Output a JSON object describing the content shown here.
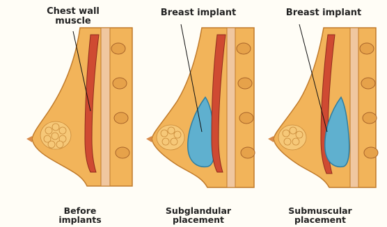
{
  "panels": [
    {
      "title": [
        "Chest wall",
        "muscle"
      ],
      "caption": [
        "Before",
        "implants"
      ],
      "implant": false
    },
    {
      "title": [
        "Breast implant"
      ],
      "caption": [
        "Subglandular",
        "placement"
      ],
      "implant": "subglandular"
    },
    {
      "title": [
        "Breast implant"
      ],
      "caption": [
        "Submuscular",
        "placement"
      ],
      "implant": "submuscular"
    }
  ],
  "colors": {
    "background": "#fffdf6",
    "skin": "#f2b45a",
    "skin_outline": "#c07a2a",
    "fat": "#f6c878",
    "muscle": "#cf4a32",
    "rib": "#e6a24a",
    "implant": "#5fb0cf"
  }
}
